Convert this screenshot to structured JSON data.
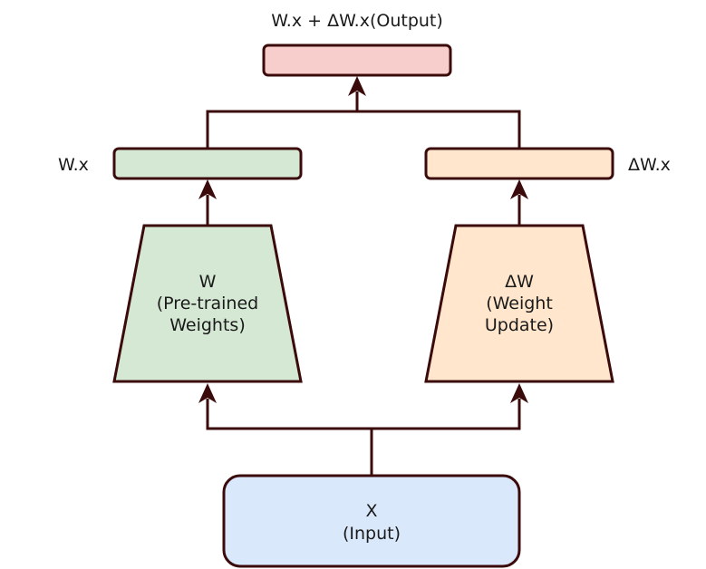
{
  "output": {
    "label": "W.x + ΔW.x(Output)",
    "fill": "#f8cecc"
  },
  "left_branch": {
    "result_label": "W.x",
    "result_fill": "#d5e8d4",
    "block_lines": [
      "W",
      "(Pre-trained",
      "Weights)"
    ],
    "block_fill": "#d5e8d4"
  },
  "right_branch": {
    "result_label": "ΔW.x",
    "result_fill": "#ffe6cc",
    "block_lines": [
      "ΔW",
      "(Weight",
      "Update)"
    ],
    "block_fill": "#ffe6cc"
  },
  "input": {
    "lines": [
      "X",
      "(Input)"
    ],
    "fill": "#dae8fc"
  },
  "line_color": "#3b0b0b"
}
